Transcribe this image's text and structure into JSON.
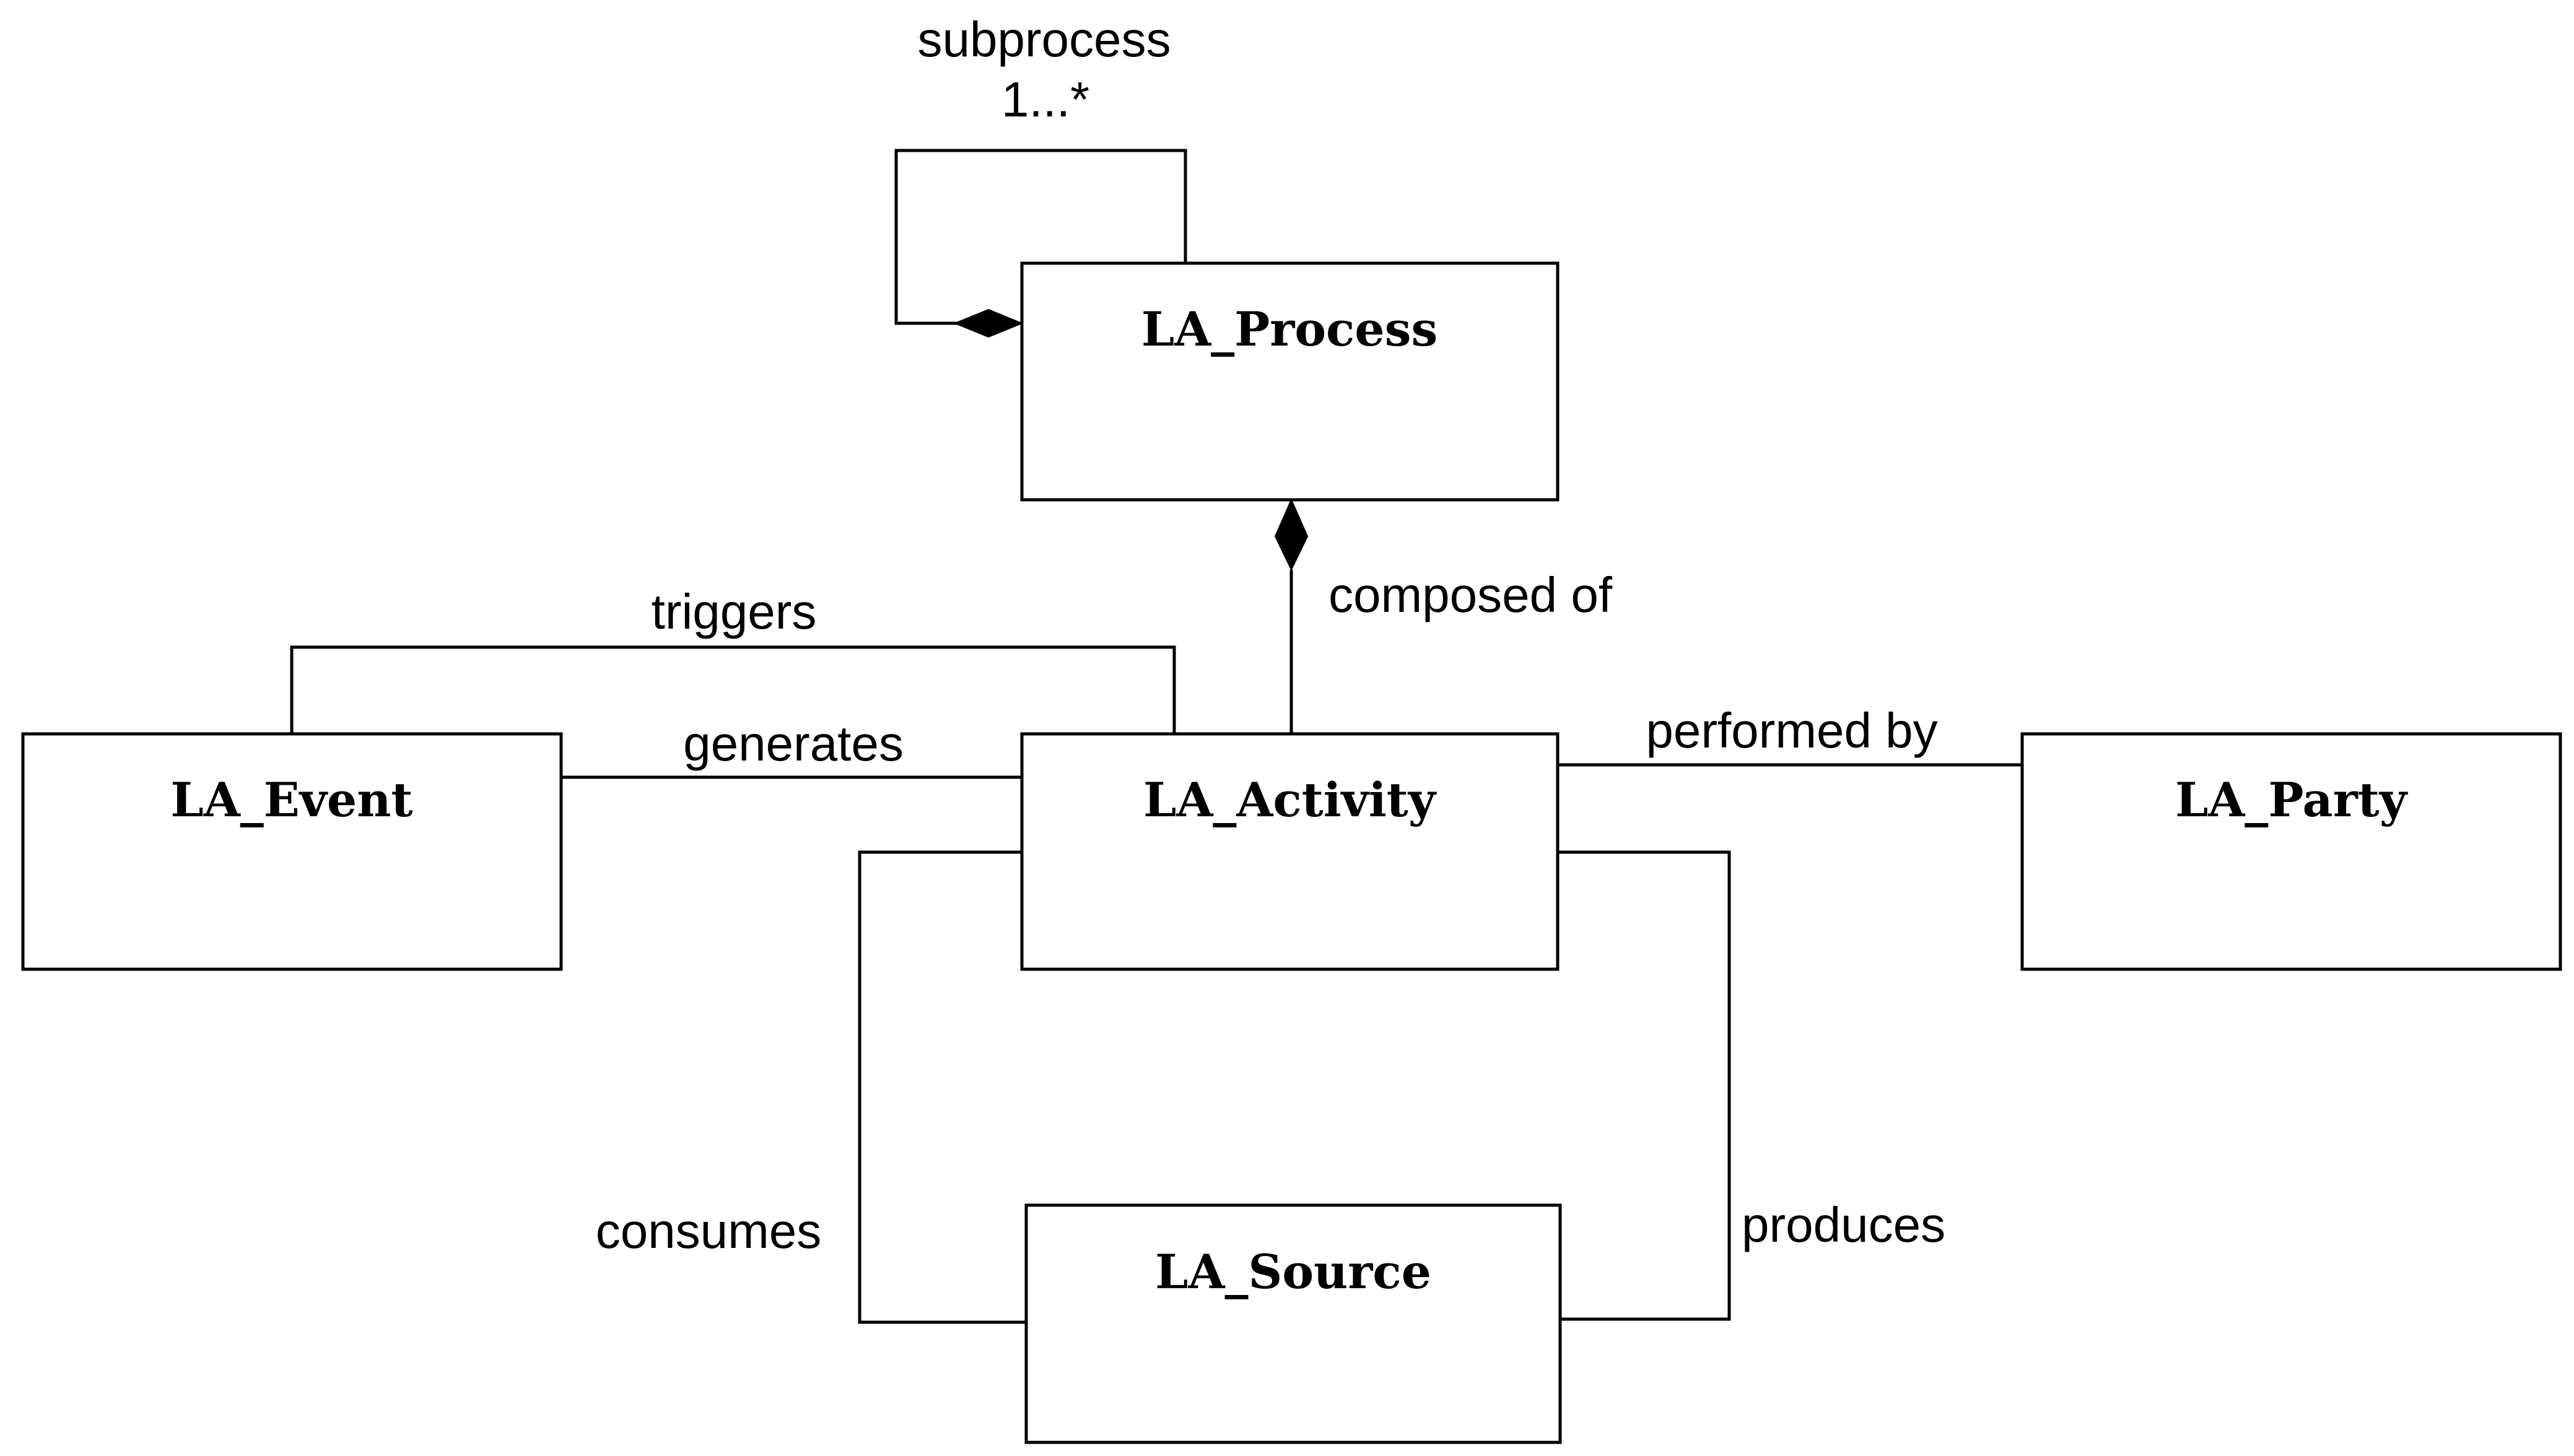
{
  "classes": {
    "process": "LA_Process",
    "event": "LA_Event",
    "activity": "LA_Activity",
    "party": "LA_Party",
    "source": "LA_Source"
  },
  "relations": {
    "subprocess": "subprocess",
    "subprocess_multiplicity": "1...*",
    "composed_of": "composed of",
    "triggers": "triggers",
    "generates": "generates",
    "performed_by": "performed by",
    "consumes": "consumes",
    "produces": "produces"
  },
  "colors": {
    "line": "#000000",
    "background": "#ffffff"
  }
}
